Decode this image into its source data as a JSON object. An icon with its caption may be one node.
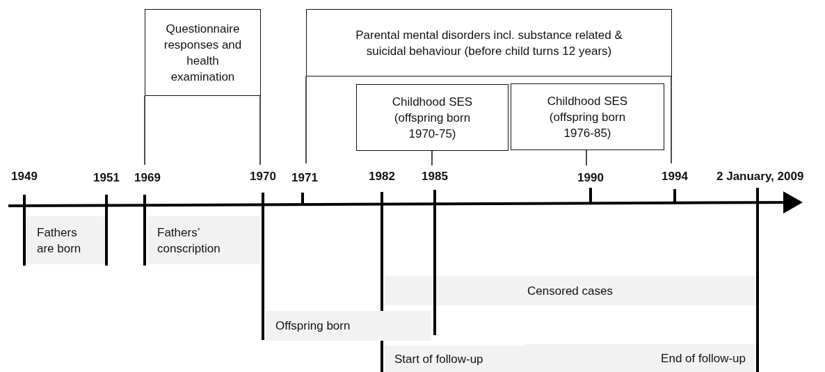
{
  "diagram": {
    "nodes": [
      {
        "text": [
          "Questionnaire responses and health examination"
        ]
      },
      {
        "text": [
          "Parental mental disorders incl. substance related & suicidal behaviour (before child turns 12 years)"
        ]
      },
      {
        "text": [
          "Childhood SES (offspring born 1970-75)"
        ]
      },
      {
        "text": [
          "Childhood SES (offspring born 1976-85)"
        ]
      },
      {
        "text": [
          "Fathers are born"
        ]
      },
      {
        "text": [
          "Fathers’ conscription"
        ]
      },
      {
        "text": [
          "Censored cases"
        ]
      },
      {
        "text": [
          "Offspring born"
        ]
      },
      {
        "text": [
          "Start of follow-up"
        ]
      },
      {
        "text": [
          "End of follow-up"
        ]
      }
    ],
    "edges": [],
    "labels": [
      "1949",
      "1951",
      "1969",
      "1970",
      "1971",
      "1982",
      "1985",
      "1990",
      "1994",
      "2 January, 2009"
    ]
  }
}
